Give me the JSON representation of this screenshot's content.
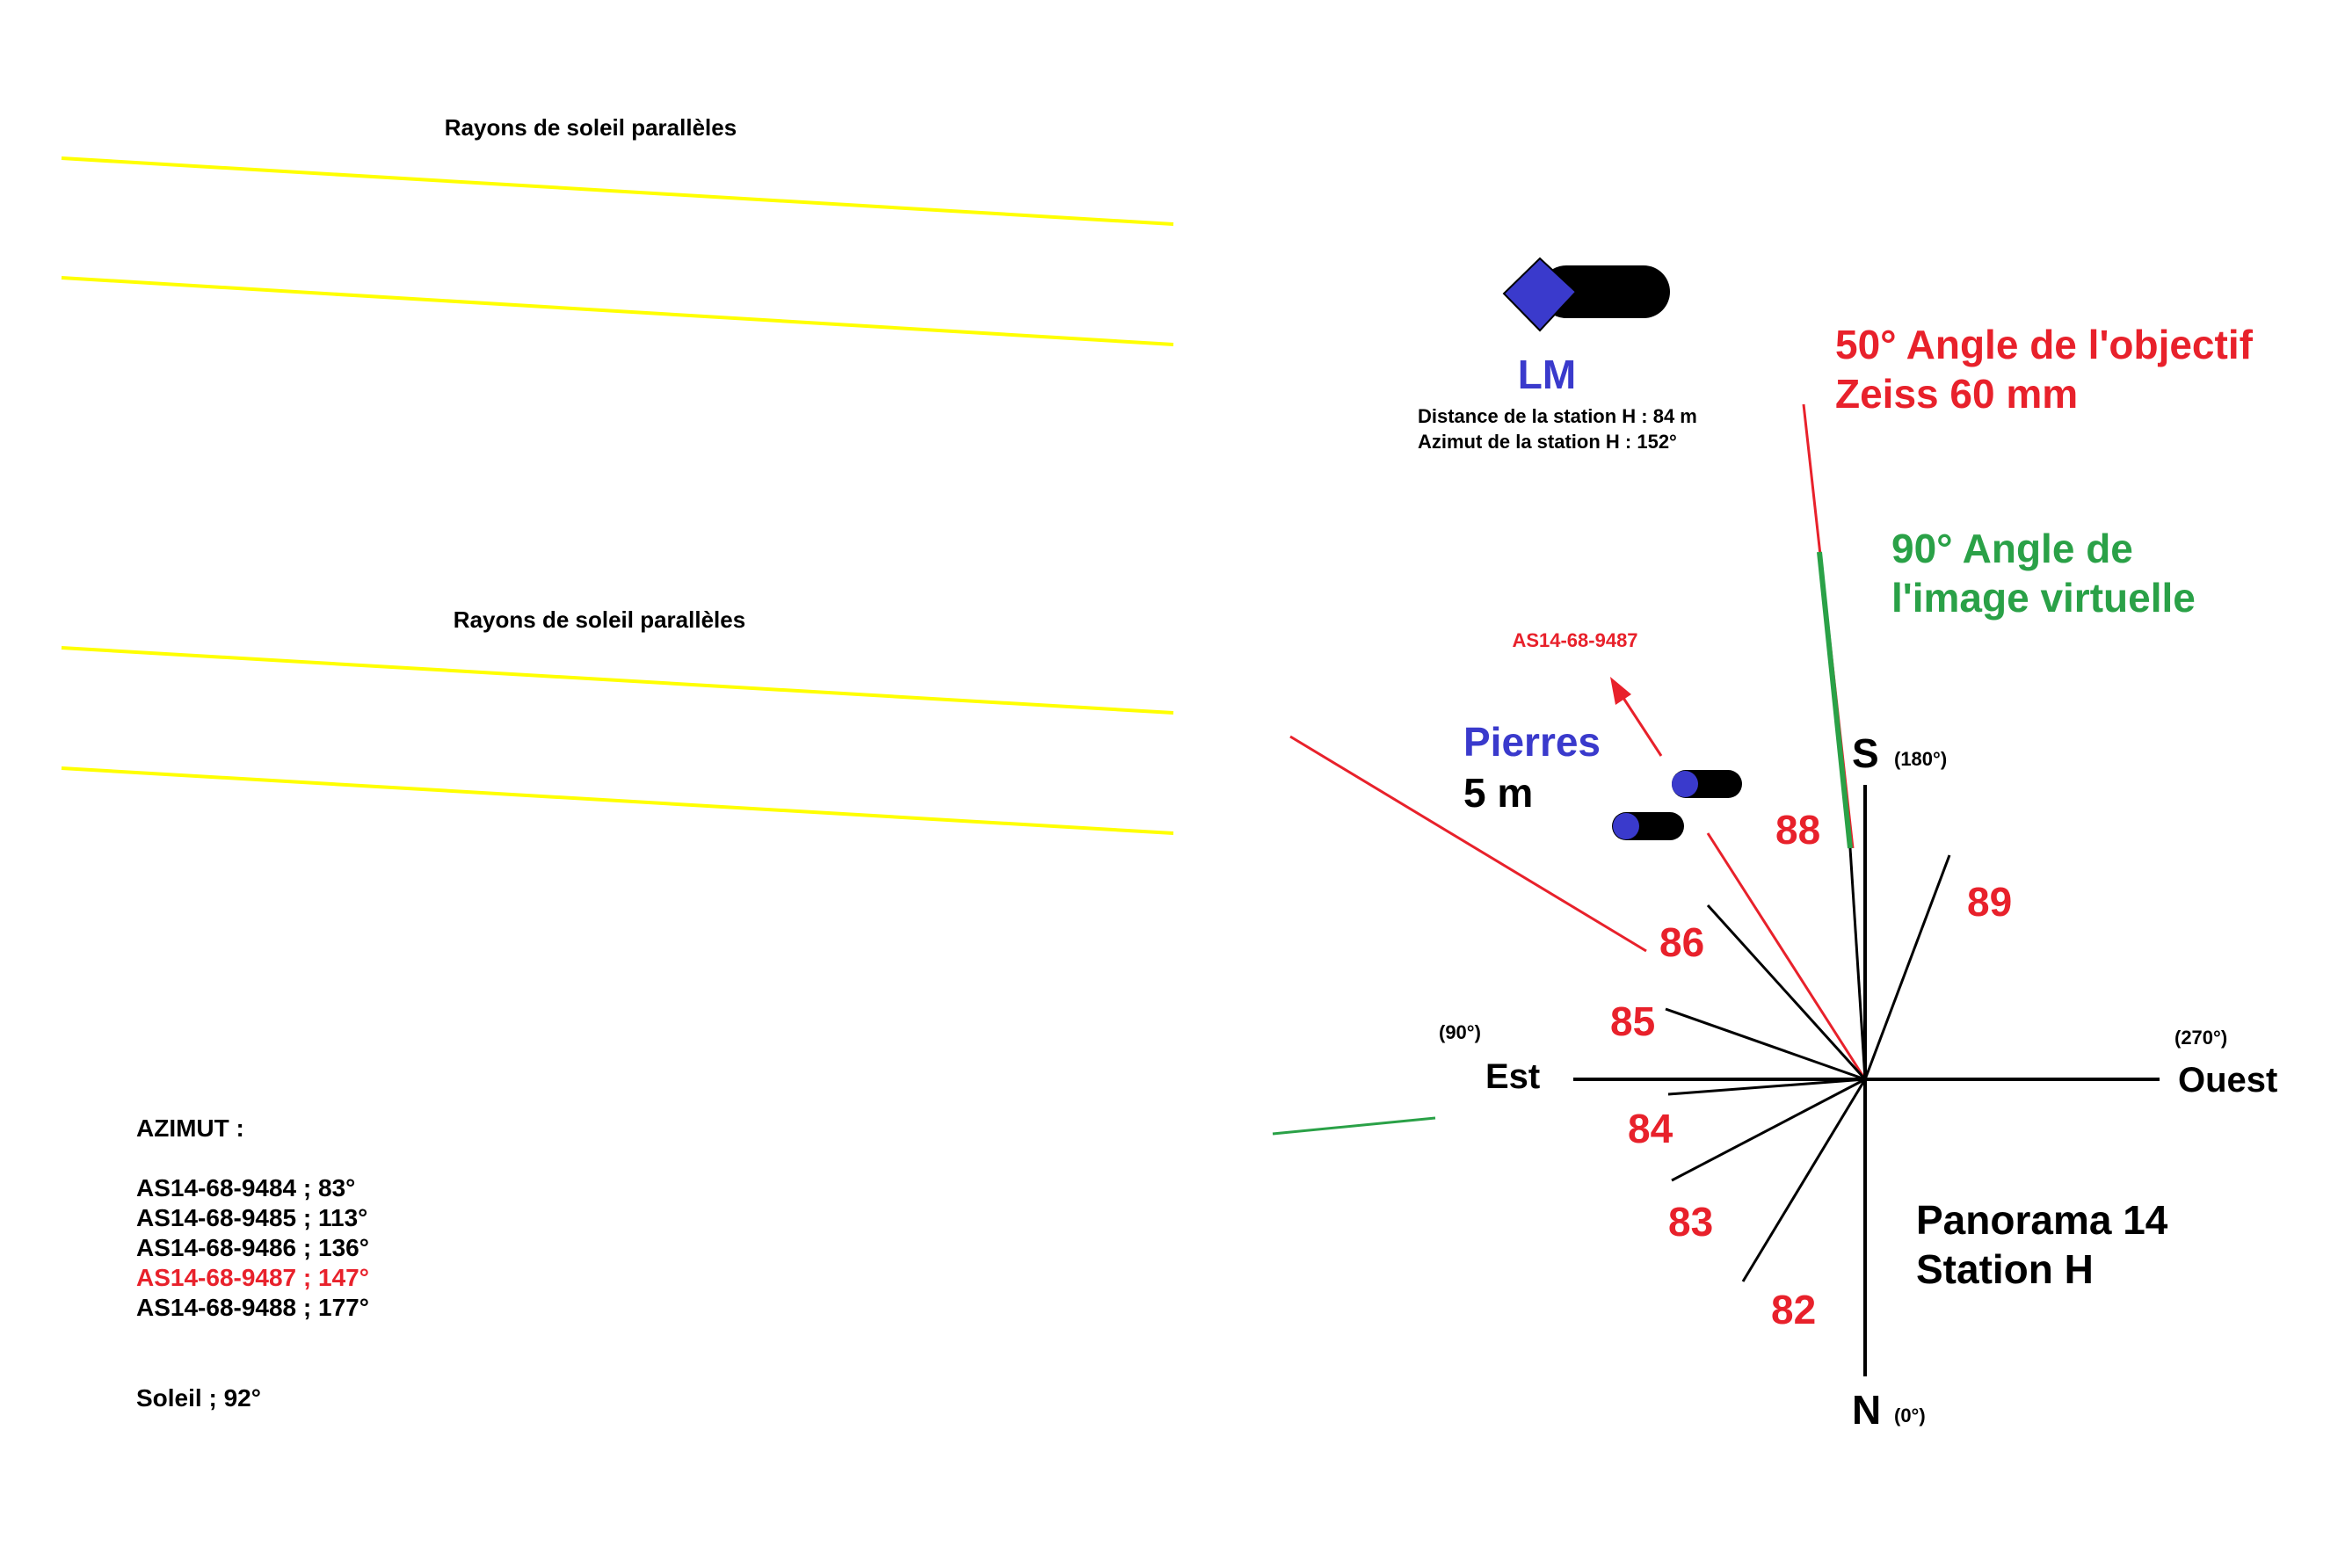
{
  "colors": {
    "sun_ray": "#ffff00",
    "red": "#e8212b",
    "green": "#2aa147",
    "blue": "#3a3acc",
    "black": "#000000"
  },
  "sun_rays": {
    "label_top": "Rayons de soleil parallèles",
    "label_bottom": "Rayons de soleil parallèles"
  },
  "lm": {
    "title": "LM",
    "distance": "Distance de la station H : 84 m",
    "azimuth": "Azimut de la station H : 152°"
  },
  "lens_angle": {
    "line1": "50° Angle de l'objectif",
    "line2": "Zeiss 60 mm"
  },
  "virtual_angle": {
    "line1": "90° Angle de",
    "line2": "l'image virtuelle"
  },
  "target_photo": "AS14-68-9487",
  "stones": {
    "title": "Pierres",
    "distance": "5 m"
  },
  "compass": {
    "south": "S",
    "south_deg": "(180°)",
    "north": "N",
    "north_deg": "(0°)",
    "east": "Est",
    "east_deg": "(90°)",
    "west": "Ouest",
    "west_deg": "(270°)"
  },
  "frame_numbers": [
    "82",
    "83",
    "84",
    "85",
    "86",
    "88",
    "89"
  ],
  "panorama": {
    "line1": "Panorama 14",
    "line2": "Station H"
  },
  "azimuts": {
    "heading": "AZIMUT :",
    "entries": [
      {
        "text": "AS14-68-9484 ; 83°",
        "highlight": false
      },
      {
        "text": "AS14-68-9485 ; 113°",
        "highlight": false
      },
      {
        "text": "AS14-68-9486 ; 136°",
        "highlight": false
      },
      {
        "text": "AS14-68-9487 ; 147°",
        "highlight": true
      },
      {
        "text": "AS14-68-9488 ; 177°",
        "highlight": false
      }
    ],
    "sun": "Soleil ; 92°"
  }
}
